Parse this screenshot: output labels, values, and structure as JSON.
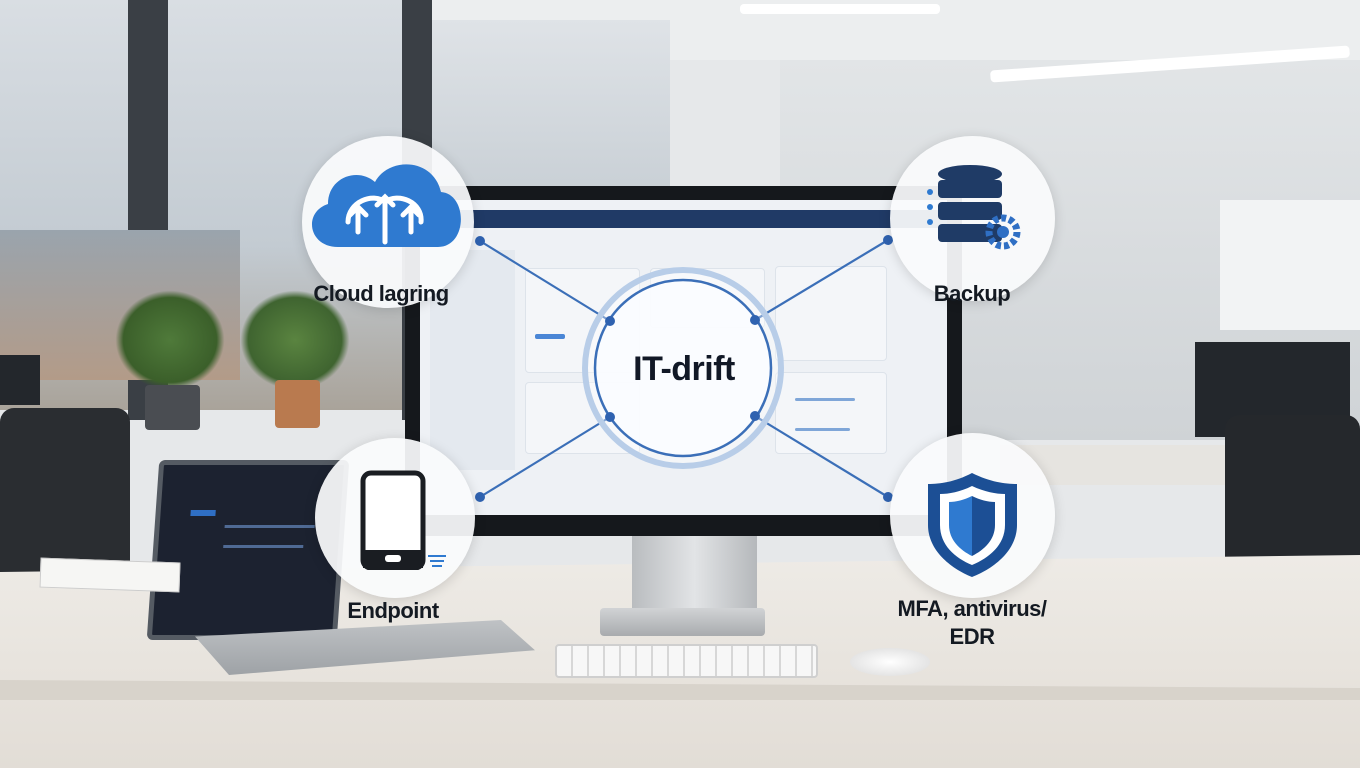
{
  "center": {
    "label": "IT-drift"
  },
  "nodes": [
    {
      "label": "Cloud lagring",
      "icon": "cloud-upload-icon"
    },
    {
      "label": "Backup",
      "icon": "database-gear-icon"
    },
    {
      "label": "Endpoint",
      "icon": "smartphone-icon"
    },
    {
      "label": "MFA, antivirus/",
      "label2": "EDR",
      "icon": "shield-icon"
    }
  ],
  "colors": {
    "accent": "#2f6fc4",
    "dark_blue": "#1c3a66",
    "line": "#3b6fb8"
  }
}
